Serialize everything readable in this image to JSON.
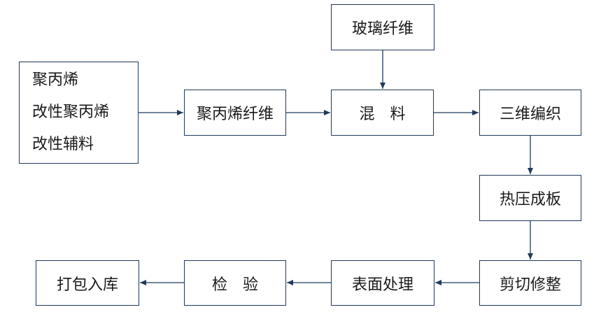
{
  "diagram": {
    "nodes": {
      "glass_fiber": "玻璃纤维",
      "raw_materials": [
        "聚丙烯",
        "改性聚丙烯",
        "改性辅料"
      ],
      "pp_fiber": "聚丙烯纤维",
      "mixing": "混　料",
      "weaving_3d": "三维编织",
      "hot_press": "热压成板",
      "cutting": "剪切修整",
      "surface": "表面处理",
      "inspection": "检　验",
      "packing": "打包入库"
    },
    "colors": {
      "border": "#1f3a5a",
      "arrow": "#1f3a5a",
      "text": "#1a1a1a"
    }
  }
}
